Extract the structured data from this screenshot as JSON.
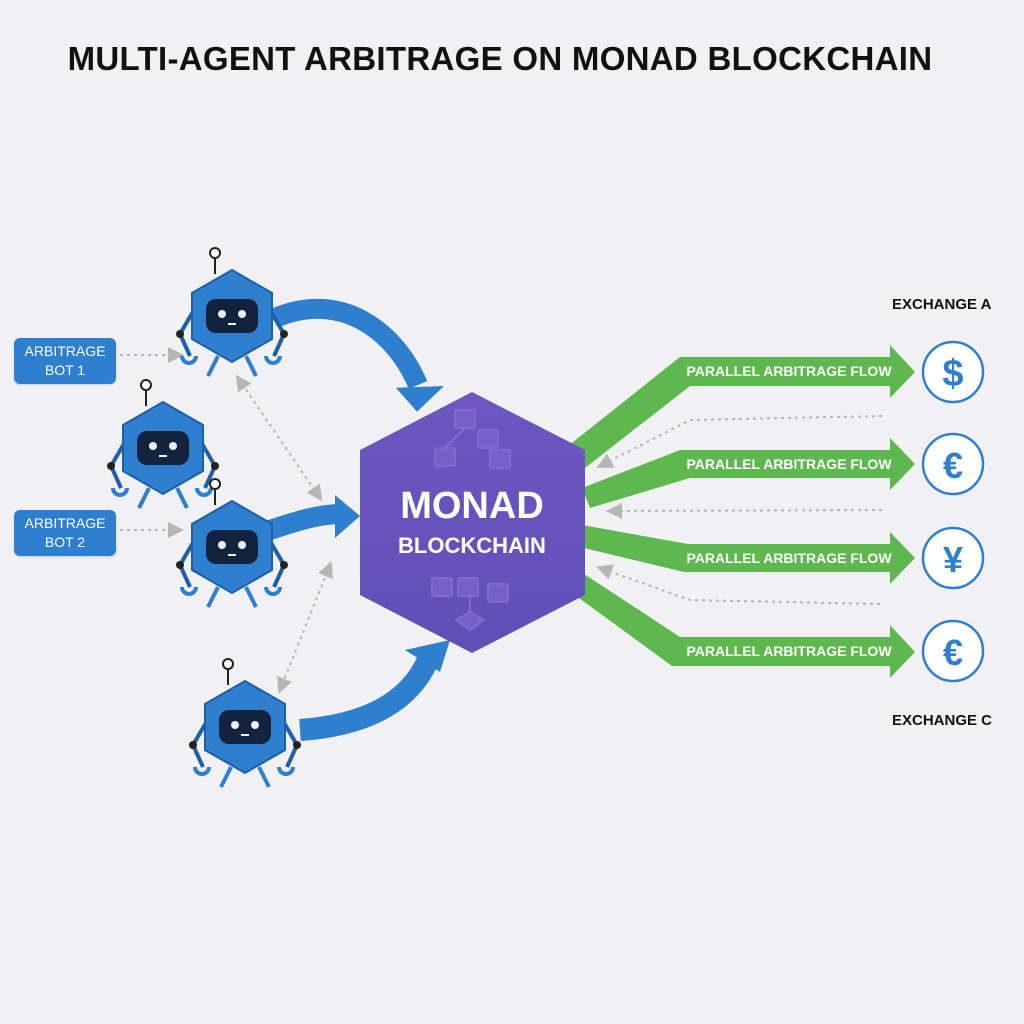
{
  "title": "MULTI-AGENT ARBITRAGE ON MONAD BLOCKCHAIN",
  "bots": [
    {
      "line1": "ARBITRAGE",
      "line2": "BOT 1"
    },
    {
      "line1": "ARBITRAGE",
      "line2": "BOT 2"
    }
  ],
  "center": {
    "line1": "MONAD",
    "line2": "BLOCKCHAIN"
  },
  "flows": [
    {
      "label": "PARALLEL ARBITRAGE FLOW",
      "currency": "$"
    },
    {
      "label": "PARALLEL ARBITRAGE FLOW",
      "currency": "€"
    },
    {
      "label": "PARALLEL ARBITRAGE FLOW",
      "currency": "¥"
    },
    {
      "label": "PARALLEL ARBITRAGE FLOW",
      "currency": "€"
    }
  ],
  "exchanges": {
    "top": "EXCHANGE A",
    "bottom": "EXCHANGE C"
  },
  "colors": {
    "robot": "#2f7fcf",
    "robot_dark": "#1d5fa8",
    "hex": "#6a54be",
    "green": "#5fb84f",
    "coin": "#2f7fcf"
  }
}
